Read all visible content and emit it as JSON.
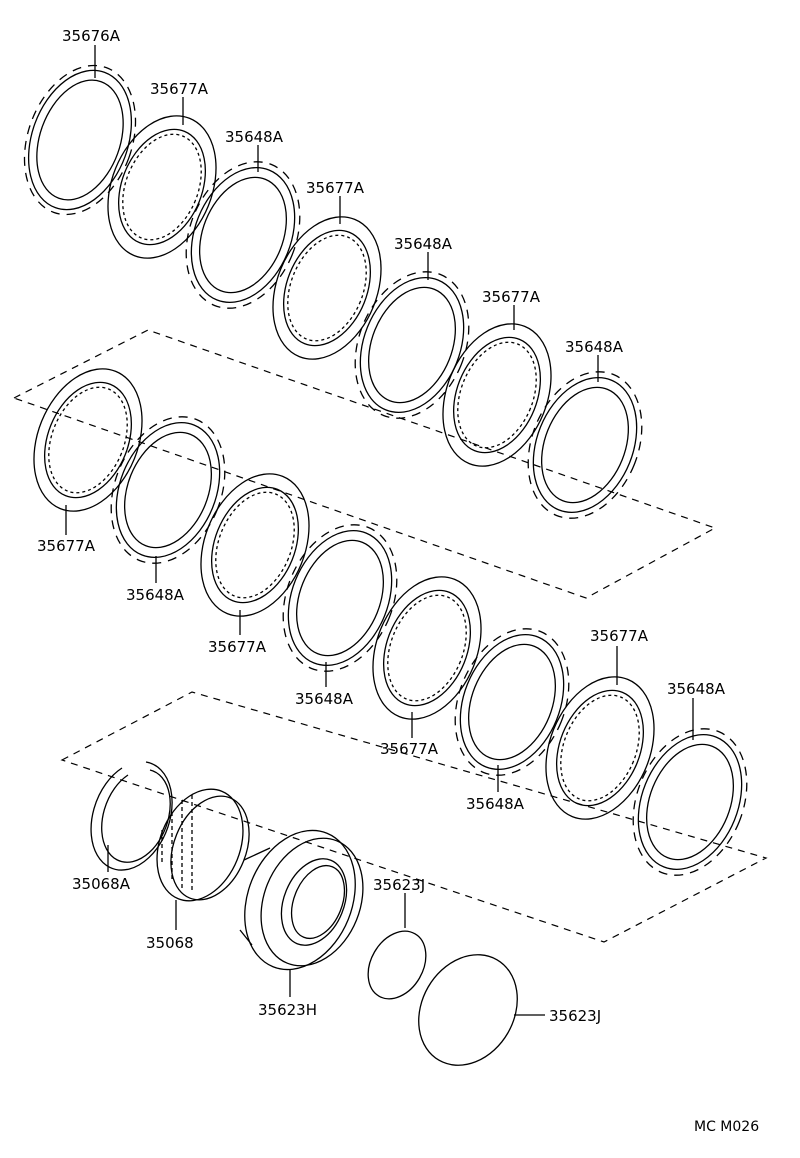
{
  "diagram": {
    "diagram_code": "MC M026",
    "parts": [
      {
        "id": "p1",
        "label": "35676A",
        "kind": "outer"
      },
      {
        "id": "p2",
        "label": "35677A",
        "kind": "friction"
      },
      {
        "id": "p3",
        "label": "35648A",
        "kind": "outer"
      },
      {
        "id": "p4",
        "label": "35677A",
        "kind": "friction"
      },
      {
        "id": "p5",
        "label": "35648A",
        "kind": "outer"
      },
      {
        "id": "p6",
        "label": "35677A",
        "kind": "friction"
      },
      {
        "id": "p7",
        "label": "35648A",
        "kind": "outer"
      },
      {
        "id": "p8",
        "label": "35677A",
        "kind": "friction"
      },
      {
        "id": "p9",
        "label": "35648A",
        "kind": "outer"
      },
      {
        "id": "p10",
        "label": "35677A",
        "kind": "friction"
      },
      {
        "id": "p11",
        "label": "35648A",
        "kind": "outer"
      },
      {
        "id": "p12",
        "label": "35677A",
        "kind": "friction"
      },
      {
        "id": "p13",
        "label": "35648A",
        "kind": "outer"
      },
      {
        "id": "p14",
        "label": "35677A",
        "kind": "friction"
      },
      {
        "id": "p15",
        "label": "35648A",
        "kind": "outer"
      },
      {
        "id": "p16",
        "label": "35068A",
        "kind": "snapring"
      },
      {
        "id": "p17",
        "label": "35068",
        "kind": "spring"
      },
      {
        "id": "p18",
        "label": "35623H",
        "kind": "piston"
      },
      {
        "id": "p19",
        "label": "35623J",
        "kind": "oring"
      },
      {
        "id": "p20",
        "label": "35623J",
        "kind": "oring"
      }
    ]
  }
}
